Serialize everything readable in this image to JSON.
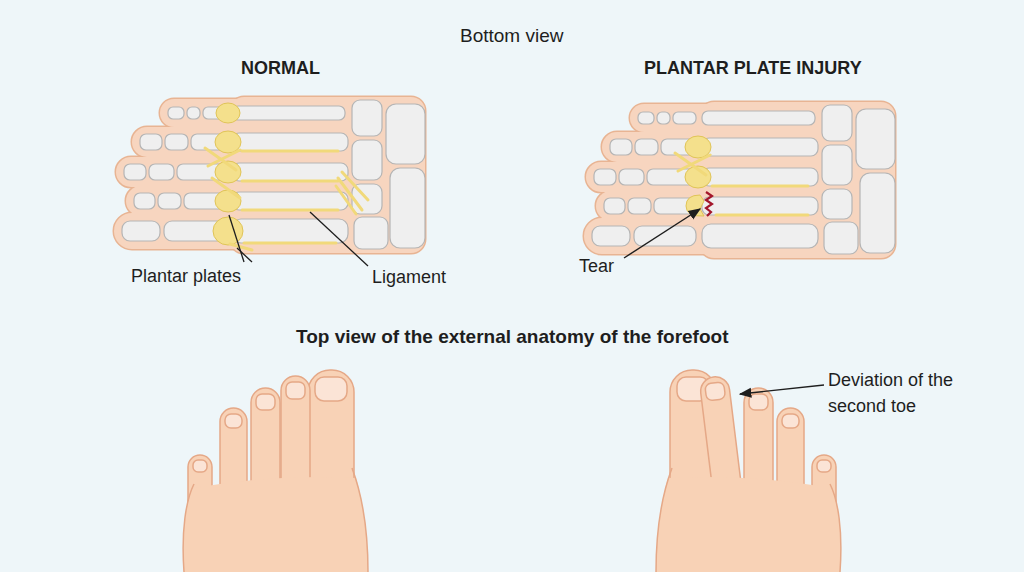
{
  "diagram": {
    "labels": [
      "Bottom view",
      "NORMAL",
      "PLANTAR PLATE INJURY",
      "Plantar plates",
      "Ligament",
      "Tear",
      "Top view of the external anatomy of the forefoot",
      "Deviation of the second toe"
    ]
  }
}
